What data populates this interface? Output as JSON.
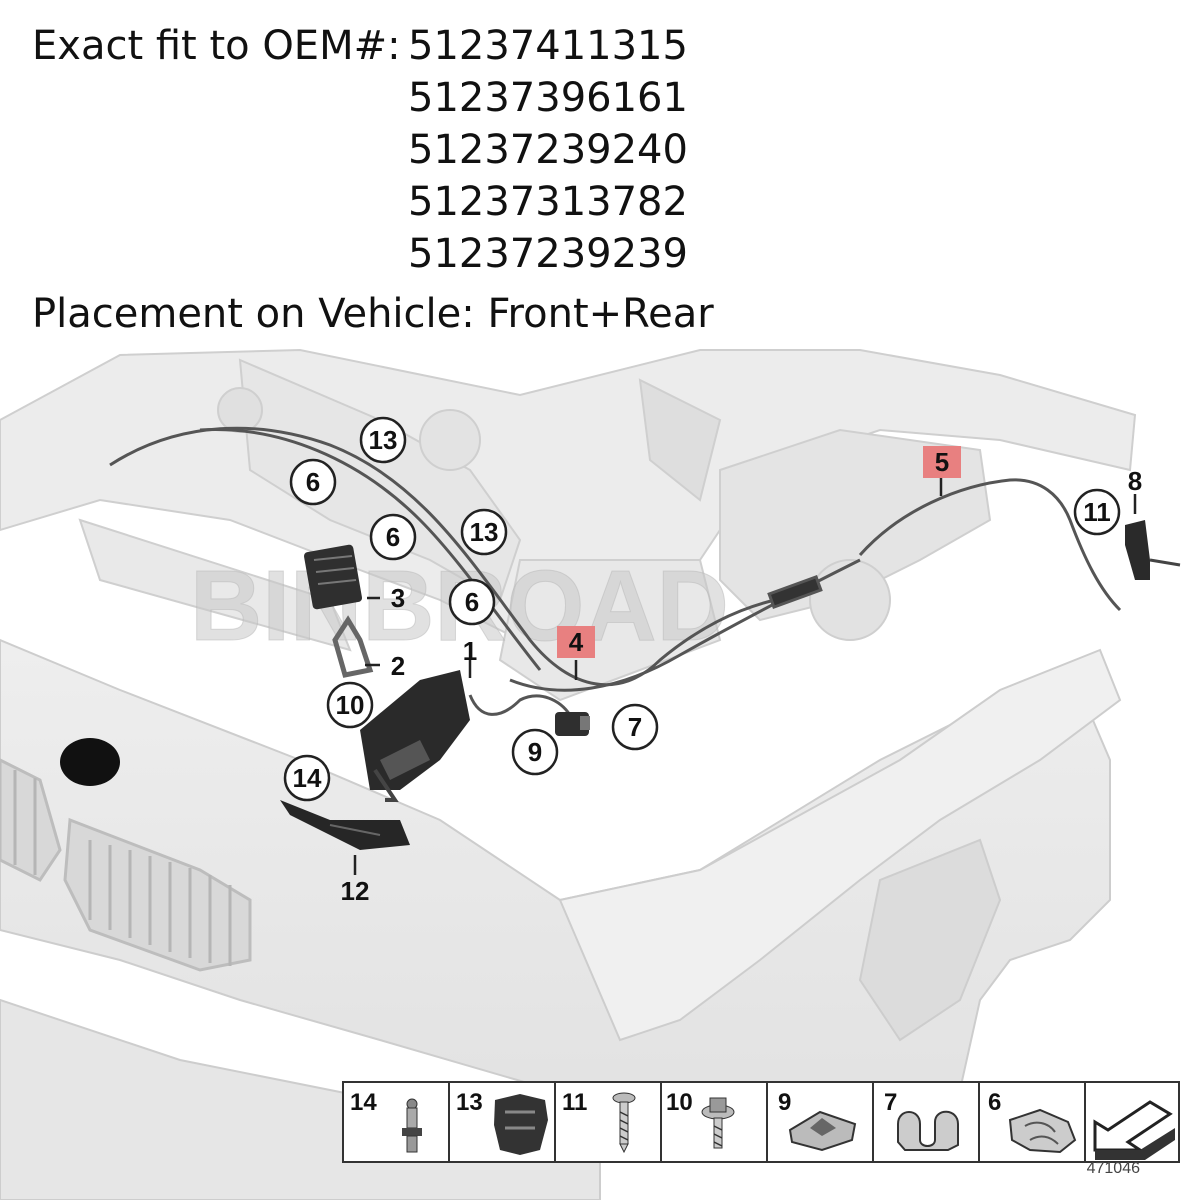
{
  "header": {
    "oem_label": "Exact fit to OEM#:",
    "oem_numbers": [
      "51237411315",
      "51237396161",
      "51237239240",
      "51237313782",
      "51237239239"
    ],
    "placement": "Placement on Vehicle: Front+Rear"
  },
  "callouts": {
    "c1": "1",
    "c2": "2",
    "c3": "3",
    "c4": "4",
    "c5": "5",
    "c6a": "6",
    "c6b": "6",
    "c6c": "6",
    "c7": "7",
    "c8": "8",
    "c9": "9",
    "c10": "10",
    "c11": "11",
    "c12": "12",
    "c13a": "13",
    "c13b": "13",
    "c14": "14"
  },
  "highlight_color": "#e88080",
  "watermark": "BINBROAD",
  "legend": {
    "items": [
      {
        "number": "14",
        "icon": "pin-screw-icon"
      },
      {
        "number": "13",
        "icon": "cable-clip-icon"
      },
      {
        "number": "11",
        "icon": "screw-icon"
      },
      {
        "number": "10",
        "icon": "flange-bolt-icon"
      },
      {
        "number": "9",
        "icon": "clip-nut-icon"
      },
      {
        "number": "7",
        "icon": "cable-holder-icon"
      },
      {
        "number": "6",
        "icon": "cable-retainer-icon"
      }
    ],
    "direction_icon": "front-direction-arrow-icon"
  },
  "diagram_number": "471046"
}
